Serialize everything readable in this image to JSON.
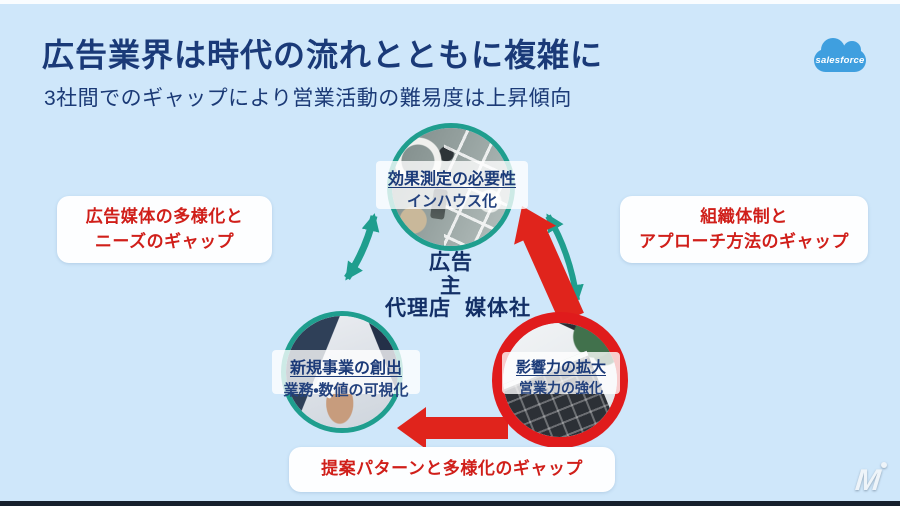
{
  "slide": {
    "title": "広告業界は時代の流れとともに複雑に",
    "subtitle": "3社間でのギャップにより営業活動の難易度は上昇傾向"
  },
  "brand": {
    "salesforce_logo_text": "salesforce",
    "watermark_text": "M"
  },
  "diagram": {
    "nodes": {
      "advertiser": {
        "group_line1": "広告",
        "group_line2": "主",
        "heading": "効果測定の必要性",
        "sub": "インハウス化"
      },
      "agency": {
        "group": "代理店",
        "heading": "新規事業の創出",
        "sub": "業務・数値の可視化"
      },
      "media": {
        "group": "媒体社",
        "heading": "影響力の拡大",
        "sub": "営業力の強化"
      }
    },
    "callouts": {
      "left": {
        "line1": "広告媒体の多様化と",
        "line2": "ニーズのギャップ"
      },
      "right": {
        "line1": "組織体制と",
        "line2": "アプローチ方法のギャップ"
      },
      "bottom": {
        "line1": "提案パターンと多様化のギャップ"
      }
    },
    "colors": {
      "background": "#cfe7fa",
      "title_navy": "#1a3a78",
      "callout_red": "#d01f1a",
      "arrow_red": "#e0241c",
      "ring_teal": "#1f9e8e",
      "ring_red_highlight": "#e01b1c",
      "salesforce_blue": "#3f9fdf"
    }
  }
}
